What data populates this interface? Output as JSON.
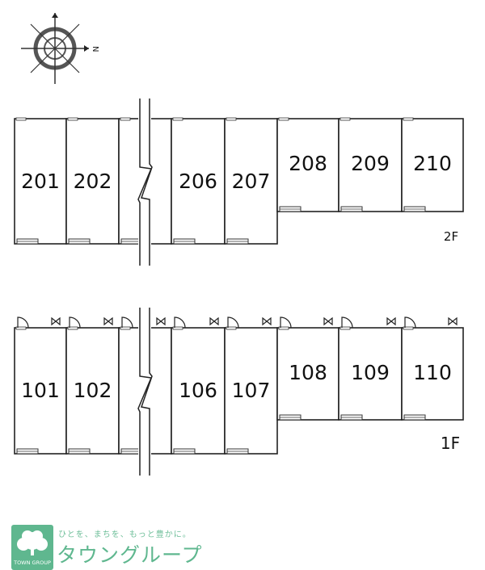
{
  "compass": {
    "north_letter": "N"
  },
  "floors": [
    {
      "id": "2F",
      "label": "2F",
      "units": [
        "201",
        "202",
        "",
        "206",
        "207",
        "208",
        "209",
        "210"
      ]
    },
    {
      "id": "1F",
      "label": "1F",
      "units": [
        "101",
        "102",
        "",
        "106",
        "107",
        "108",
        "109",
        "110"
      ]
    }
  ],
  "brand": {
    "tagline": "ひとを、まちを、もっと豊かに。",
    "name": "タウングループ",
    "logo_text": "TOWN GROUP",
    "color": "#5fb78f"
  }
}
